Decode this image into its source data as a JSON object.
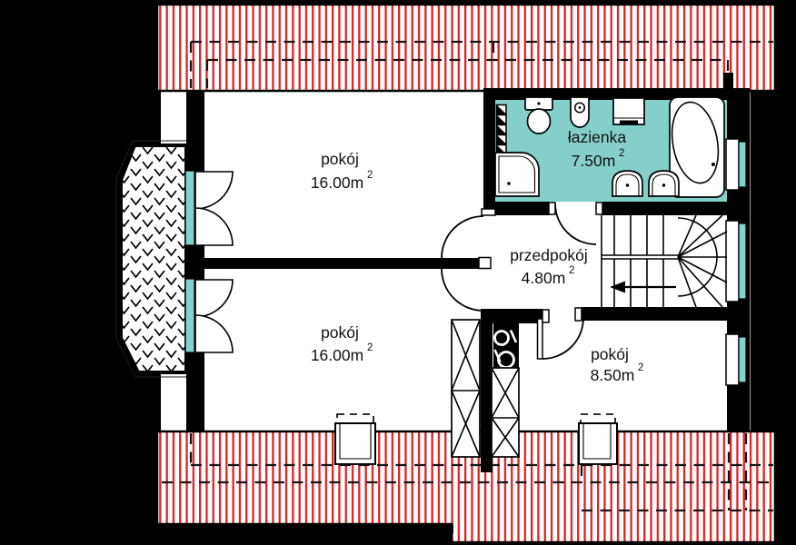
{
  "colors": {
    "background": "#000000",
    "wall": "#000000",
    "roof-red": "#e02222",
    "bath-teal": "#84cfc9",
    "glass-teal": "#7fd4cf",
    "paper": "#ffffff",
    "ink": "#111111"
  },
  "rooms": [
    {
      "id": "pokoj-top",
      "label": "pokój",
      "area": "16.00m",
      "area_sup": "2"
    },
    {
      "id": "lazienka",
      "label": "łazienka",
      "area": "7.50m",
      "area_sup": "2"
    },
    {
      "id": "przedpokoj",
      "label": "przedpokój",
      "area": "4.80m",
      "area_sup": "2"
    },
    {
      "id": "pokoj-bottom",
      "label": "pokój",
      "area": "16.00m",
      "area_sup": "2"
    },
    {
      "id": "pokoj-850",
      "label": "pokój",
      "area": "8.50m",
      "area_sup": "2"
    }
  ],
  "fixtures": {
    "bathroom": [
      "toilet",
      "bidet",
      "washing-machine",
      "corner-bathtub",
      "corner-shower",
      "washbasin",
      "washbasin",
      "radiator"
    ],
    "kitchenette": [
      "sink-ring",
      "hob-ring"
    ],
    "furniture": [
      "wardrobe",
      "wardrobe"
    ],
    "circulation": [
      "winder-staircase",
      "direction-arrow"
    ],
    "shell": [
      "upper-roof-slope",
      "lower-roof-slope",
      "chimney",
      "chimney",
      "bay-window",
      "french-door",
      "french-door",
      "window",
      "window",
      "window"
    ]
  }
}
